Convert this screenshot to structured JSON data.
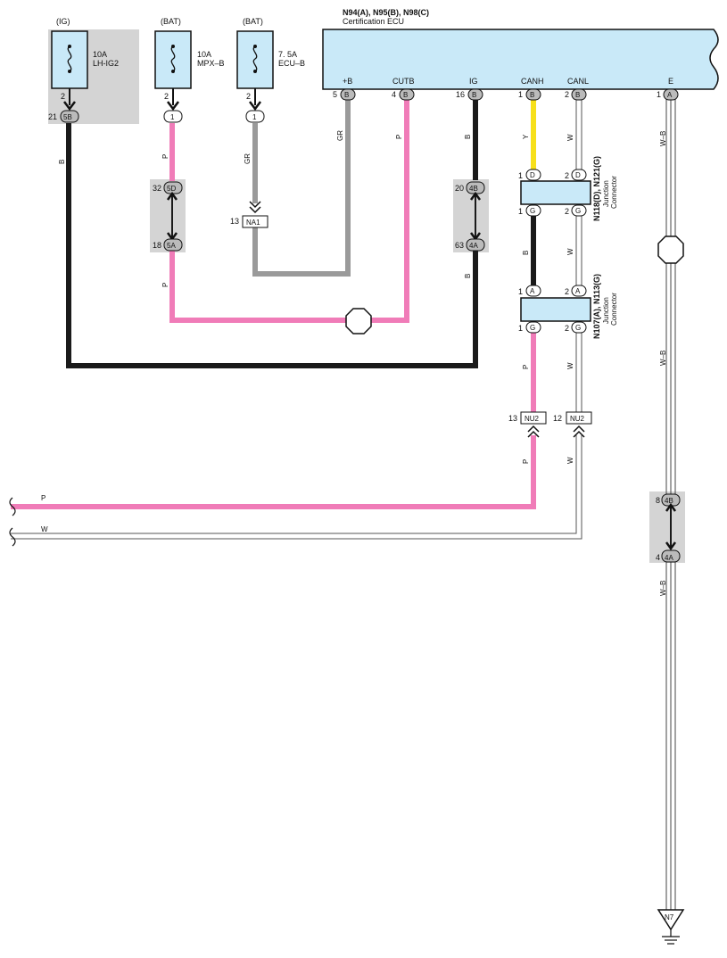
{
  "ecu": {
    "title": "N94(A), N95(B), N98(C)",
    "subtitle": "Certification ECU",
    "pins": [
      {
        "name": "+B",
        "num": "5",
        "conn": "B"
      },
      {
        "name": "CUTB",
        "num": "4",
        "conn": "B"
      },
      {
        "name": "IG",
        "num": "16",
        "conn": "B"
      },
      {
        "name": "CANH",
        "num": "1",
        "conn": "B"
      },
      {
        "name": "CANL",
        "num": "2",
        "conn": "B"
      },
      {
        "name": "E",
        "num": "1",
        "conn": "A"
      }
    ]
  },
  "fuses": [
    {
      "source": "(IG)",
      "rating": "10A",
      "name": "LH-IG2",
      "pin": "2"
    },
    {
      "source": "(BAT)",
      "rating": "10A",
      "name": "MPX–B",
      "pin": "2"
    },
    {
      "source": "(BAT)",
      "rating": "7. 5A",
      "name": "ECU–B",
      "pin": "2"
    }
  ],
  "fuse_connectors": [
    {
      "num": "21",
      "conn": "5B"
    },
    {
      "num": "",
      "conn": "1"
    },
    {
      "num": "",
      "conn": "1"
    }
  ],
  "inline": [
    {
      "top_num": "32",
      "top_conn": "5D",
      "bot_num": "18",
      "bot_conn": "5A"
    },
    {
      "top_num": "20",
      "top_conn": "4B",
      "bot_num": "63",
      "bot_conn": "4A"
    },
    {
      "top_num": "8",
      "top_conn": "4B",
      "bot_num": "4",
      "bot_conn": "4A"
    }
  ],
  "splices": [
    {
      "num": "13",
      "label": "NA1"
    },
    {
      "num": "13",
      "label": "NU2"
    },
    {
      "num": "12",
      "label": "NU2"
    }
  ],
  "junctions": [
    {
      "title": "N118(D), N121(G)",
      "name": "Junction",
      "name2": "Connector",
      "pins": [
        {
          "num": "1",
          "conn": "D"
        },
        {
          "num": "2",
          "conn": "D"
        },
        {
          "num": "1",
          "conn": "G"
        },
        {
          "num": "2",
          "conn": "G"
        }
      ]
    },
    {
      "title": "N107(A), N113(G)",
      "name": "Junction",
      "name2": "Connector",
      "pins": [
        {
          "num": "1",
          "conn": "A"
        },
        {
          "num": "2",
          "conn": "A"
        },
        {
          "num": "1",
          "conn": "G"
        },
        {
          "num": "2",
          "conn": "G"
        }
      ]
    }
  ],
  "wire_labels": {
    "b": "B",
    "p": "P",
    "gr": "GR",
    "y": "Y",
    "w": "W",
    "wb": "W–B"
  },
  "ground": {
    "label": "N7"
  },
  "colors": {
    "black": "#1a1a1a",
    "pink": "#f07cb8",
    "gray": "#9a9a9a",
    "yellow": "#f7e01a",
    "ecu_fill": "#c9e9f8",
    "shade": "#d4d4d4"
  }
}
